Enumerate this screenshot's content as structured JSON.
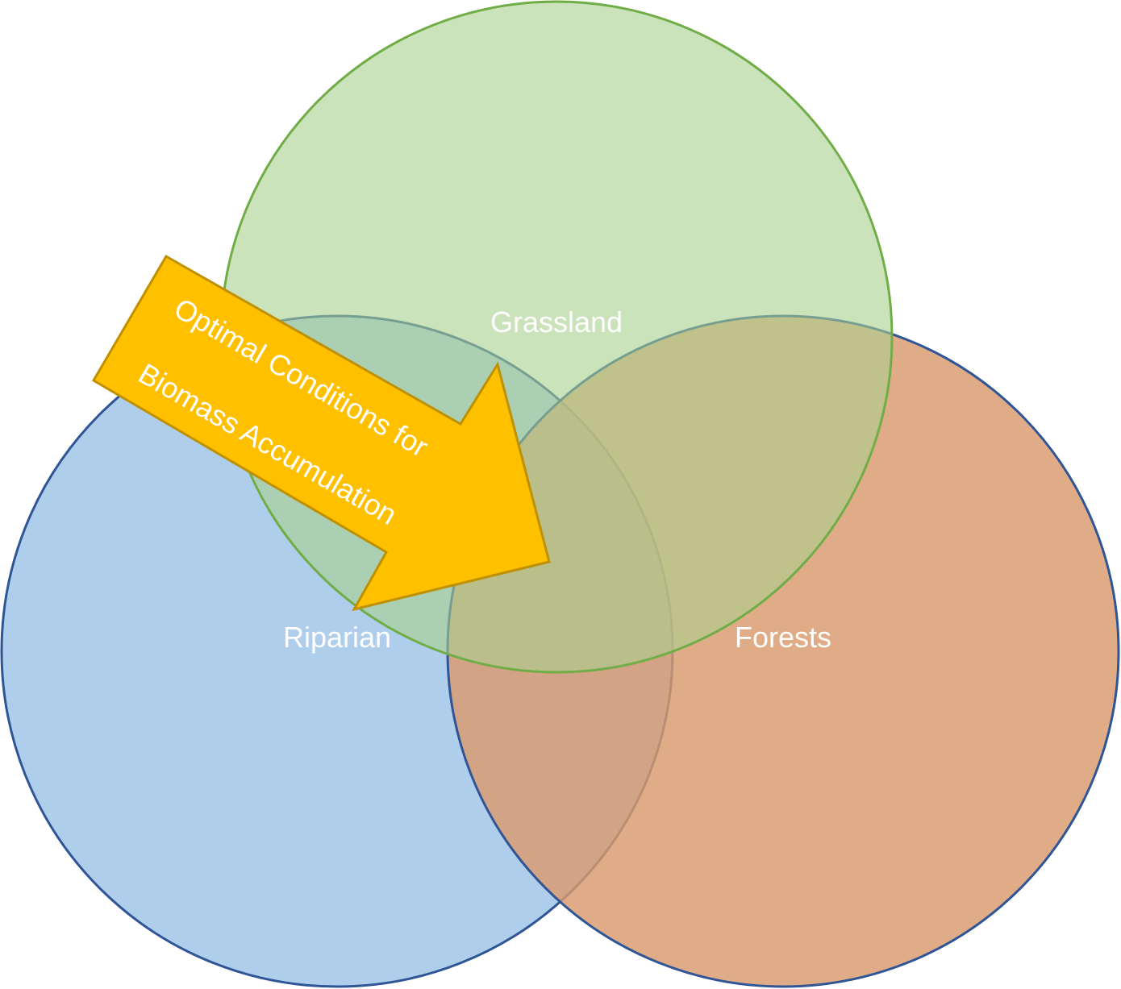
{
  "venn": {
    "sets": [
      {
        "id": "riparian",
        "label": "Riparian",
        "fill": "#9dc3e6",
        "stroke": "#2f5597"
      },
      {
        "id": "forests",
        "label": "Forests",
        "fill": "#d99a6c",
        "stroke": "#2f5597"
      },
      {
        "id": "grassland",
        "label": "Grassland",
        "fill": "#a9d18e",
        "stroke": "#70ad47"
      }
    ]
  },
  "arrow": {
    "line1": "Optimal Conditions for",
    "line2": "Biomass Accumulation",
    "fill": "#ffc000",
    "stroke": "#bf9000"
  }
}
